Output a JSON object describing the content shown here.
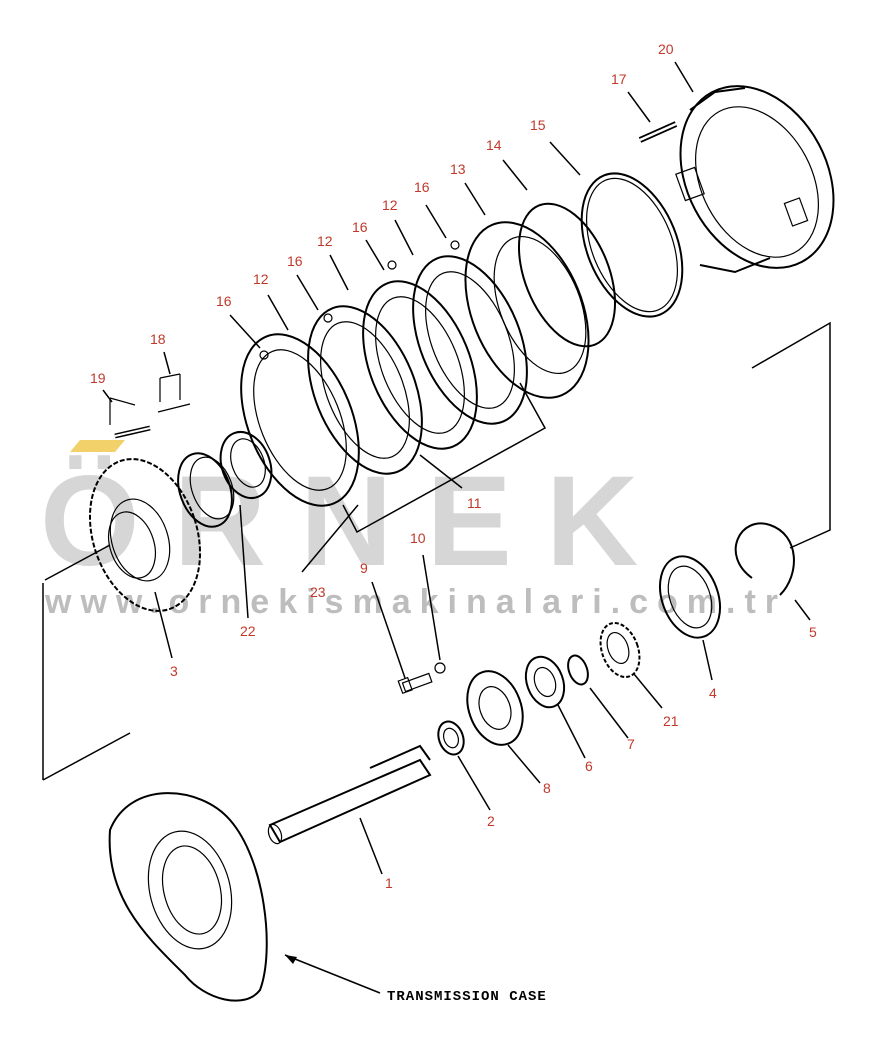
{
  "watermark": {
    "brand": "ÖRNEK",
    "url": "www.ornekismakinalari.com.tr",
    "accent_color": "#f2d16b"
  },
  "caption": "TRANSMISSION CASE",
  "callouts": {
    "p1": "1",
    "p2": "2",
    "p3": "3",
    "p4": "4",
    "p5": "5",
    "p6": "6",
    "p7": "7",
    "p8": "8",
    "p9": "9",
    "p10": "10",
    "p11": "11",
    "p12a": "12",
    "p12b": "12",
    "p12c": "12",
    "p13": "13",
    "p14": "14",
    "p15": "15",
    "p16a": "16",
    "p16b": "16",
    "p16c": "16",
    "p16d": "16",
    "p17": "17",
    "p18": "18",
    "p19": "19",
    "p20": "20",
    "p21": "21",
    "p22": "22",
    "p23": "23"
  },
  "colors": {
    "callout": "#c0392b",
    "line": "#000000",
    "watermark": "#d6d6d6"
  }
}
